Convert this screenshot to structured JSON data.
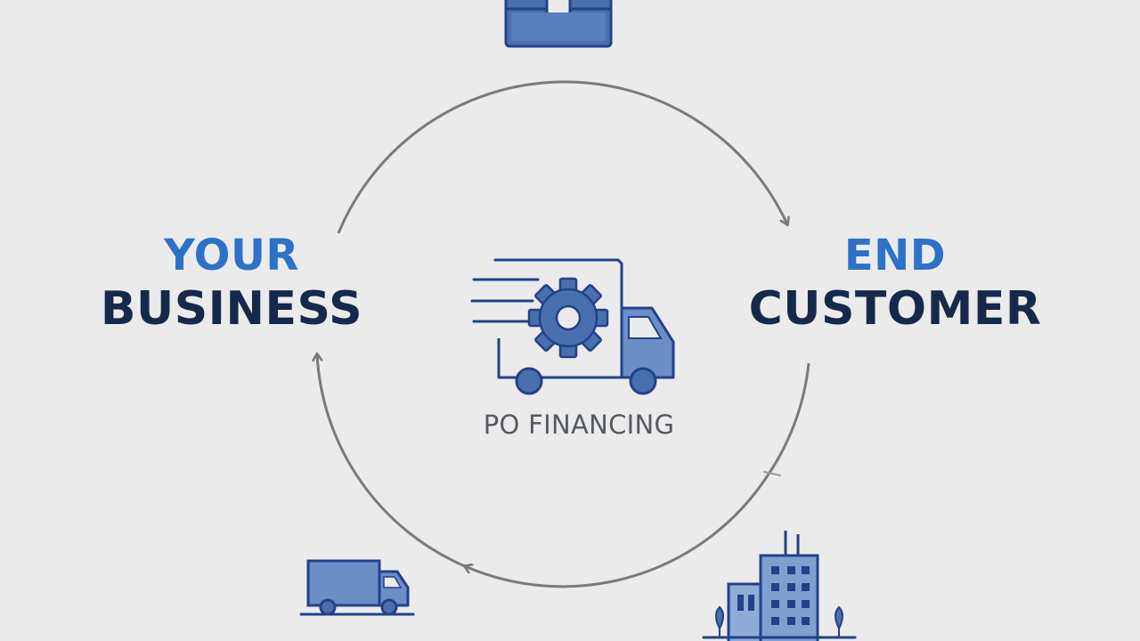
{
  "nodes": {
    "left": {
      "line1": "YOUR",
      "line2": "BUSINESS"
    },
    "right": {
      "line1": "END",
      "line2": "CUSTOMER"
    }
  },
  "center": {
    "label": "PO FINANCING"
  },
  "icons": {
    "top": "toolbox-icon",
    "center": "truck-gear-icon",
    "bottom_left": "delivery-truck-icon",
    "bottom_right": "office-building-icon"
  },
  "colors": {
    "background": "#ebebeb",
    "accent_blue": "#2d72c8",
    "dark_navy": "#17294a",
    "icon_fill": "#4a6fae",
    "icon_light": "#7f9fd0",
    "arrow_gray": "#7a7a7a"
  }
}
